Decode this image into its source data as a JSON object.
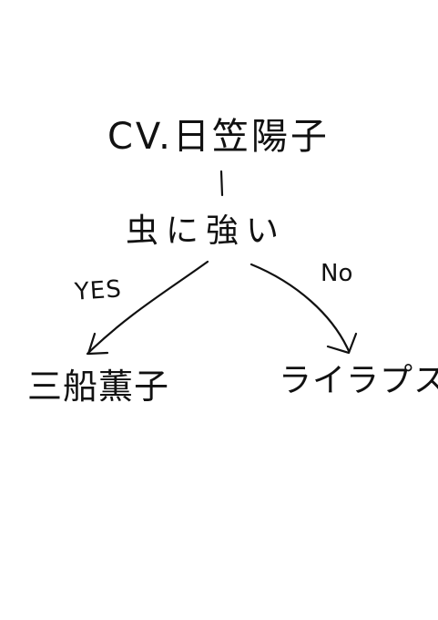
{
  "diagram": {
    "root": {
      "label": "CV.日笠陽子"
    },
    "question": {
      "label": "虫に強い"
    },
    "branches": {
      "yes": {
        "edge_label": "YES",
        "leaf": "三船薫子"
      },
      "no": {
        "edge_label": "No",
        "leaf": "ライラプス"
      }
    }
  },
  "colors": {
    "background": "#ffffff",
    "ink": "#111111"
  }
}
